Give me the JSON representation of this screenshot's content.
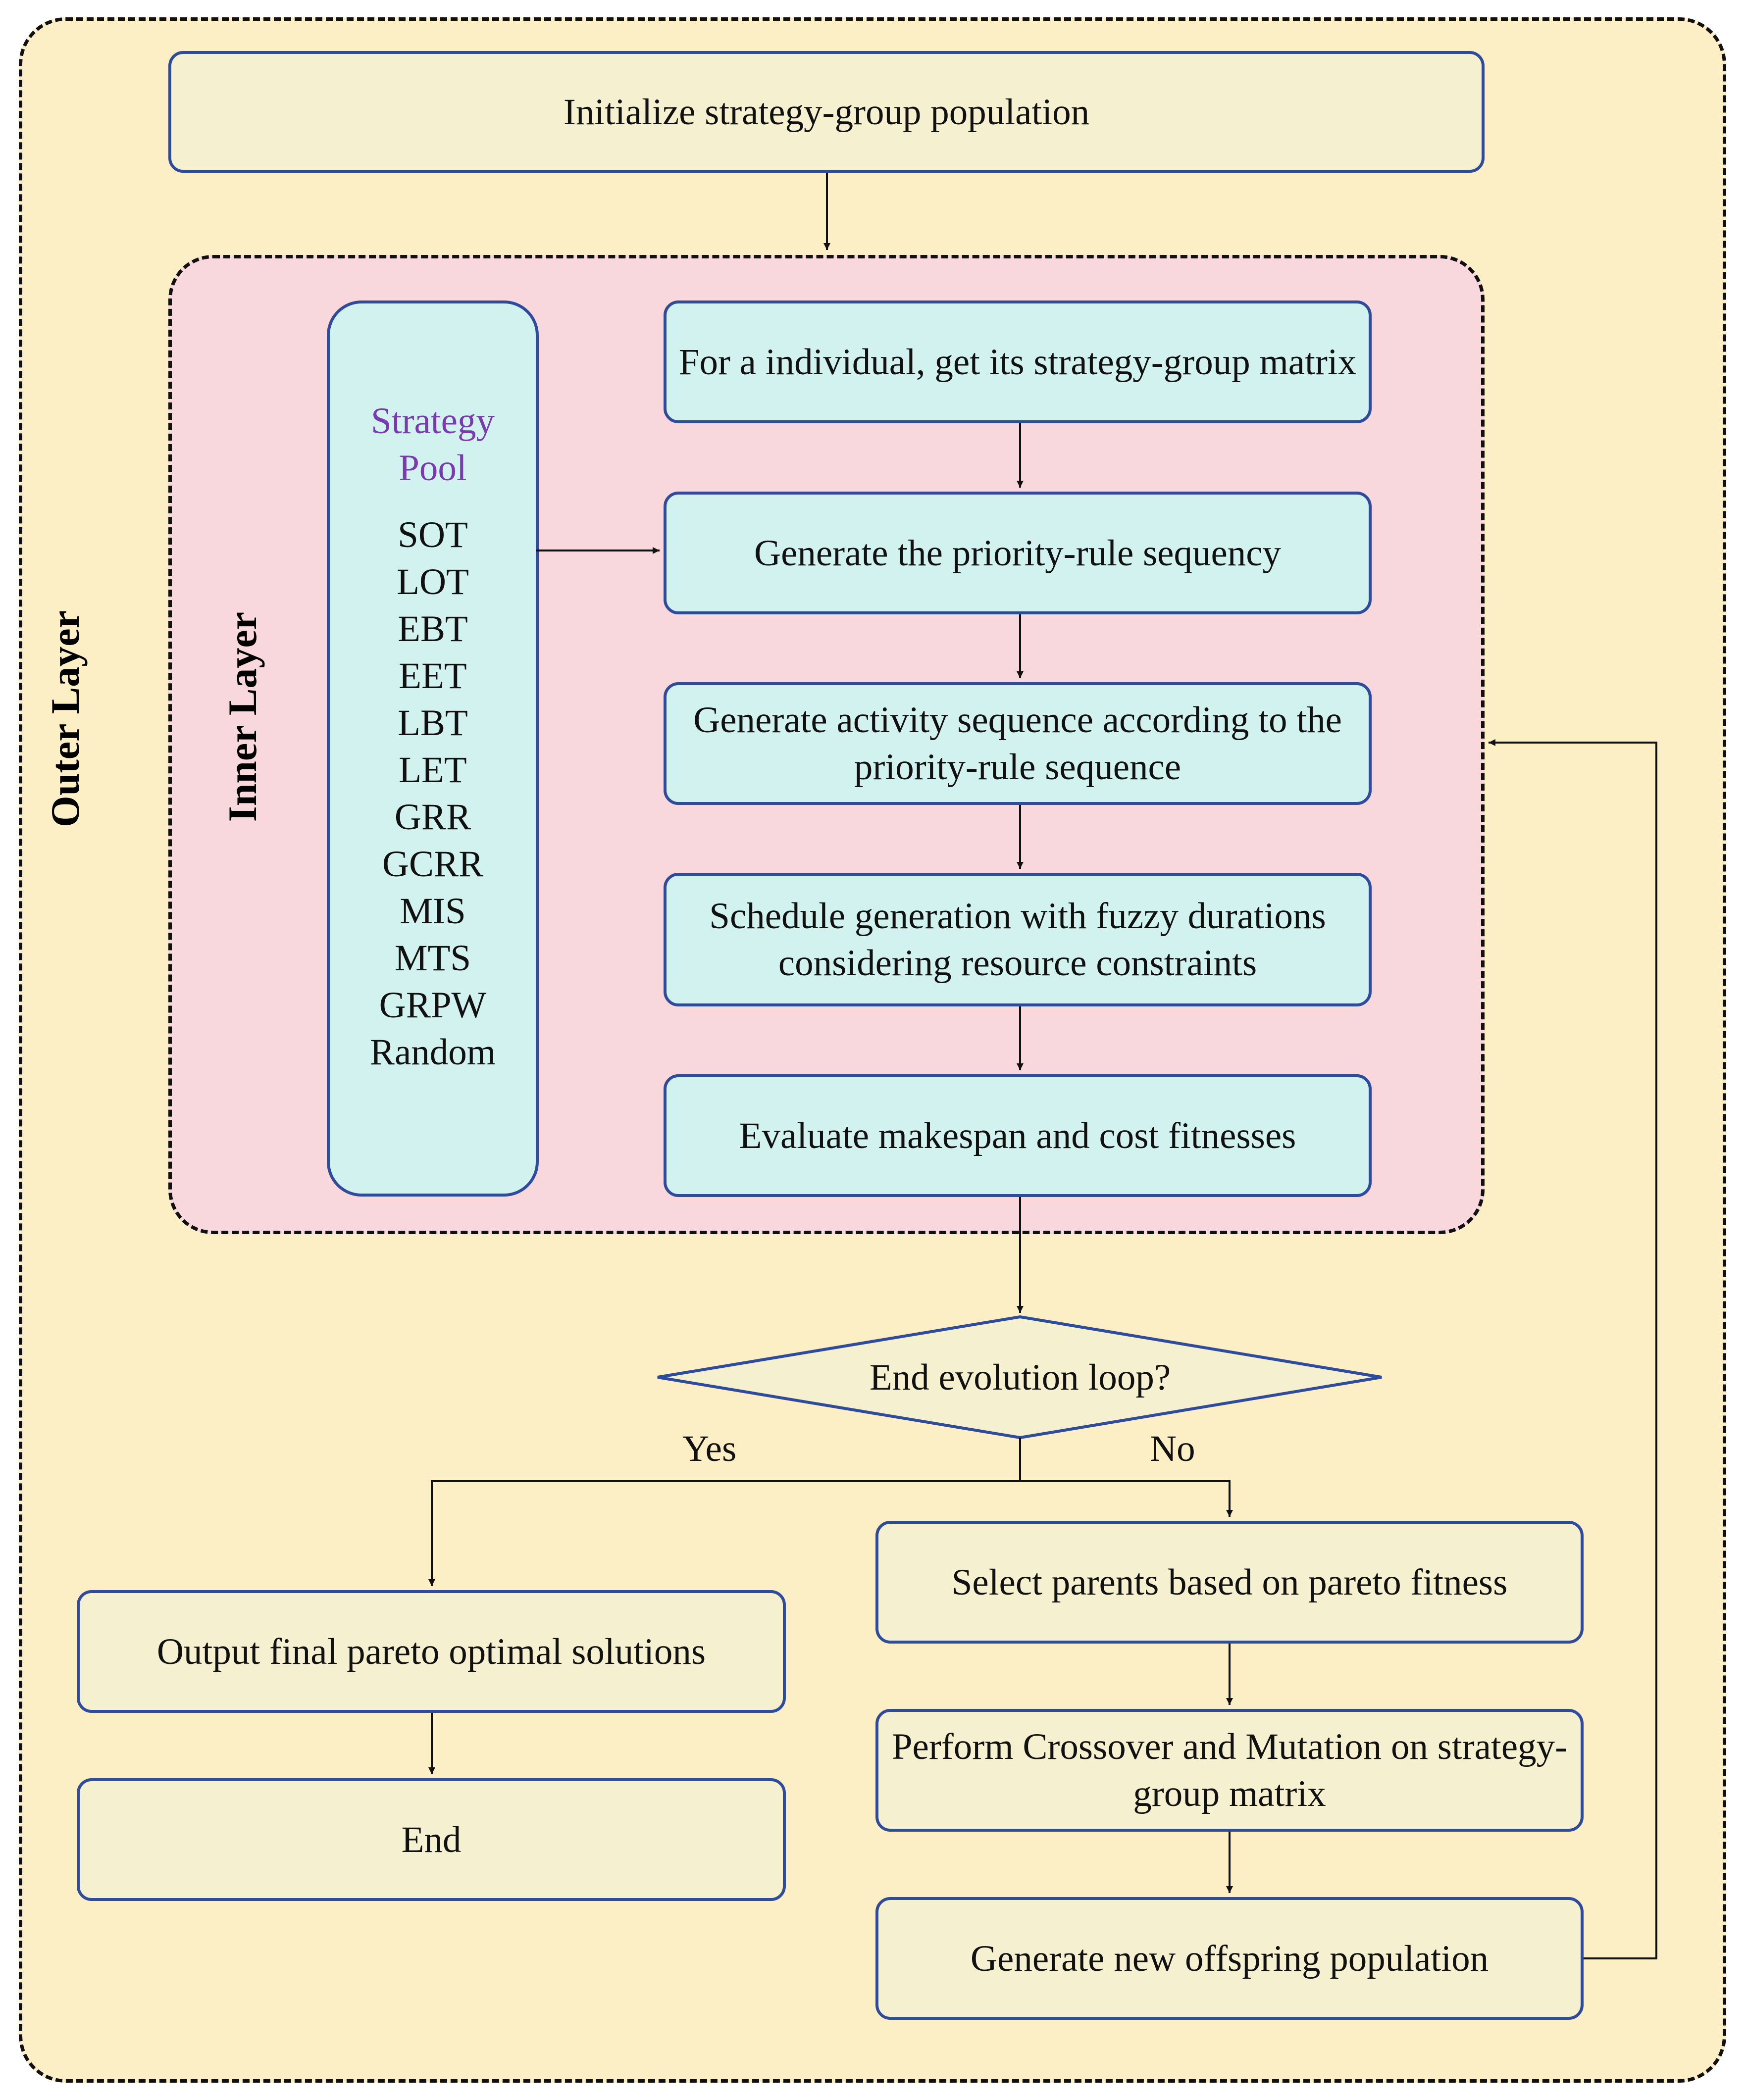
{
  "outer_layer": {
    "label": "Outer Layer"
  },
  "inner_layer": {
    "label": "Inner Layer"
  },
  "steps": {
    "init": "Initialize strategy-group population",
    "get_matrix": "For a individual, get its strategy-group matrix",
    "gen_priority": "Generate the priority-rule sequency",
    "gen_activity": "Generate activity sequence according to the priority-rule sequence",
    "schedule": "Schedule generation with fuzzy durations considering resource constraints",
    "evaluate": "Evaluate makespan and cost fitnesses",
    "decision": "End evolution loop?",
    "output": "Output final pareto optimal solutions",
    "end": "End",
    "select": "Select parents based on pareto fitness",
    "crossover": "Perform Crossover and Mutation on strategy-group matrix",
    "offspring": "Generate new offspring population"
  },
  "strategy_pool": {
    "title": "Strategy Pool",
    "rules": [
      "SOT",
      "LOT",
      "EBT",
      "EET",
      "LBT",
      "LET",
      "GRR",
      "GCRR",
      "MIS",
      "MTS",
      "GRPW",
      "Random"
    ]
  },
  "edges": {
    "yes": "Yes",
    "no": "No"
  },
  "colors": {
    "outer_fill": "#fdefc5",
    "inner_fill": "#f8d8dd",
    "box_cream": "#f5f0cf",
    "box_cyan": "#d2f2ef",
    "box_border": "#2e4b9c",
    "pool_title": "#7a3bb0"
  }
}
